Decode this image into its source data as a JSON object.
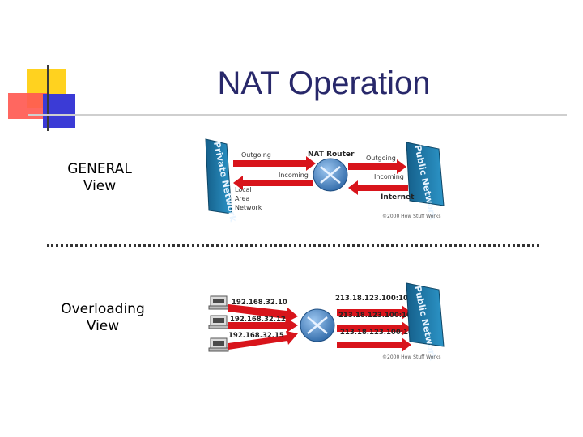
{
  "slide": {
    "title": "NAT Operation"
  },
  "general": {
    "label_line1": "GENERAL",
    "label_line2": "View",
    "left_panel": "Private Network",
    "right_panel": "Public Network",
    "router_label": "NAT Router",
    "outgoing_left": "Outgoing",
    "incoming_left": "Incoming",
    "outgoing_right": "Outgoing",
    "incoming_right": "Incoming",
    "local_line1": "Local",
    "local_line2": "Area",
    "local_line3": "Network",
    "internet": "Internet",
    "copyright": "©2000 How Stuff Works"
  },
  "overload": {
    "label_line1": "Overloading",
    "label_line2": "View",
    "right_panel": "Public Network",
    "private_ips": [
      "192.168.32.10",
      "192.168.32.12",
      "192.168.32.15"
    ],
    "public_ips": [
      "213.18.123.100:101",
      "213.18.123.100:102",
      "213.18.123.100:103"
    ],
    "copyright": "©2000 How Stuff Works"
  },
  "colors": {
    "title": "#28286a",
    "panel": "#1f7fb0",
    "arrow": "#d8141b",
    "router": "#3d7fc4"
  }
}
